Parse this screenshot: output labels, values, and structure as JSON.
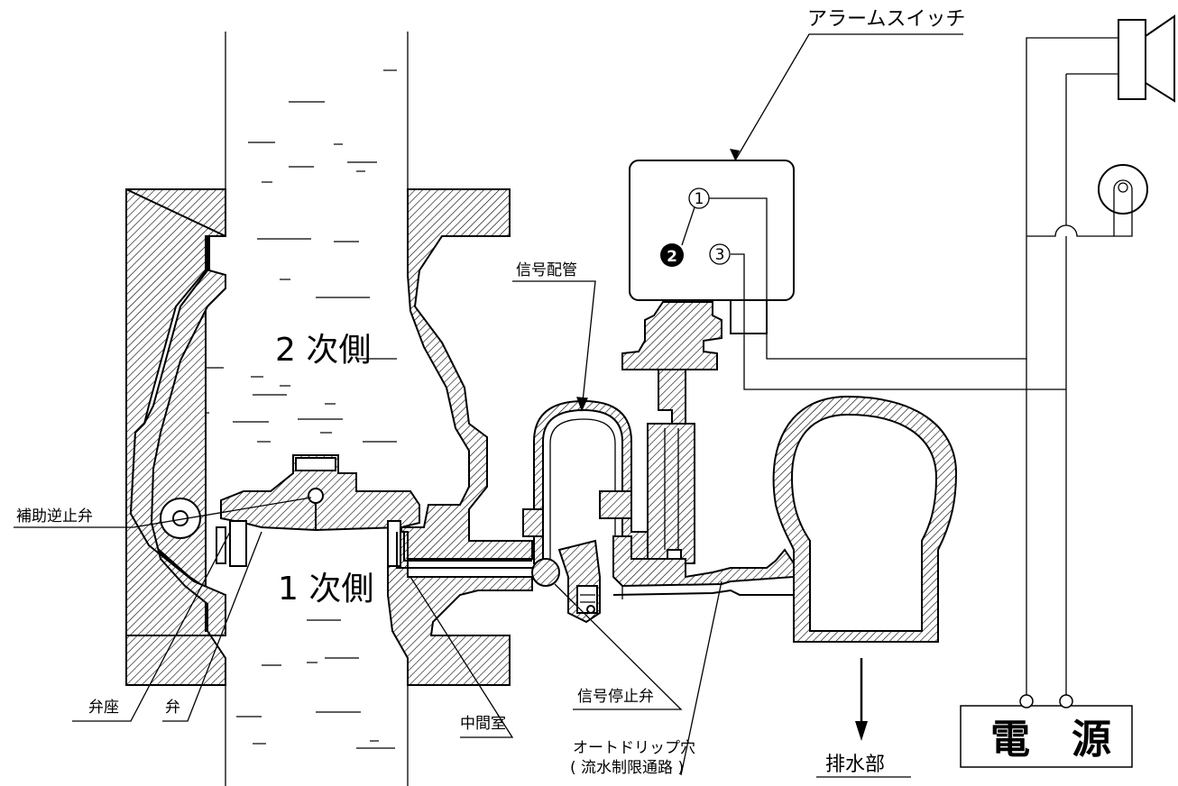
{
  "labels": {
    "alarm_switch": "アラームスイッチ",
    "secondary_side": "2 次側",
    "primary_side": "1 次側",
    "signal_pipe": "信号配管",
    "auxiliary_check_valve": "補助逆止弁",
    "valve_seat": "弁座",
    "valve": "弁",
    "intermediate_chamber": "中間室",
    "signal_stop_valve": "信号停止弁",
    "auto_drip_hole_line1": "オートドリップ穴",
    "auto_drip_hole_line2": "( 流水制限通路 )",
    "drain": "排水部",
    "power_source_1": "電",
    "power_source_2": "源"
  },
  "terminals": {
    "t1": "1",
    "t2": "2",
    "t3": "3"
  },
  "icons": {
    "bell": "bell-icon",
    "lamp": "lamp-icon"
  }
}
